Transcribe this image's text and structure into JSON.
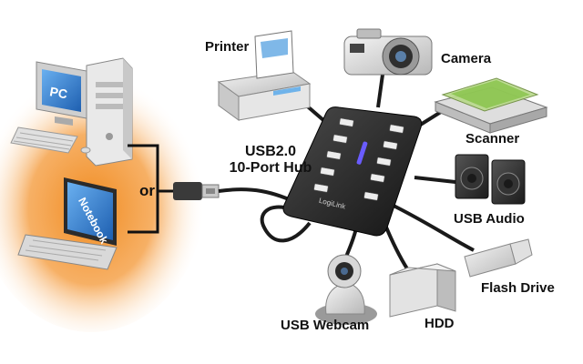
{
  "hub": {
    "line1": "USB2.0",
    "line2": "10-Port Hub",
    "brand": "LogiLink"
  },
  "connector_label": "or",
  "hosts": {
    "pc_screen_text": "PC",
    "notebook_screen_text": "Notebook"
  },
  "devices": {
    "printer": "Printer",
    "camera": "Camera",
    "scanner": "Scanner",
    "audio": "USB Audio",
    "flash": "Flash Drive",
    "hdd": "HDD",
    "webcam": "USB Webcam"
  },
  "colors": {
    "glow": "#f08a1e",
    "hub_body": "#2a2a2a",
    "led": "#6a5cff",
    "screen": "#2f7fd8",
    "cable": "#1a1a1a"
  }
}
